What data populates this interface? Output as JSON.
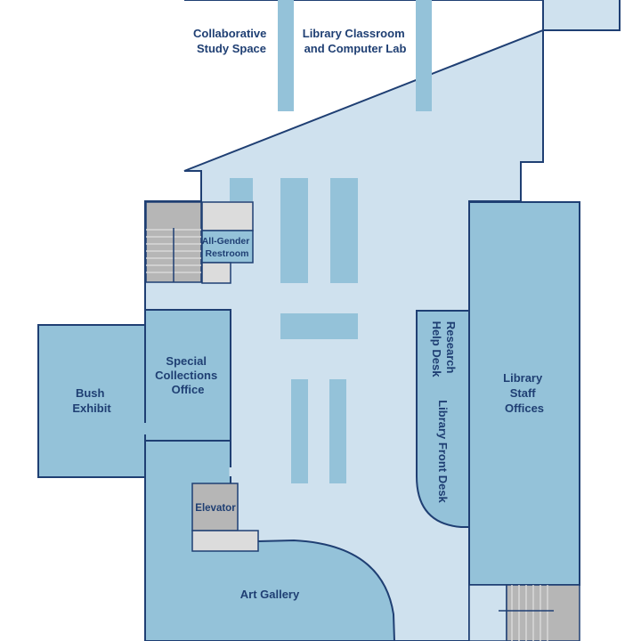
{
  "colors": {
    "floor": "#cfe1ee",
    "room": "#94c2d9",
    "shelf": "#94c2d9",
    "outer_light": "#e4eff7",
    "gray": "#b6b6b6",
    "light_gray": "#dcdcdc",
    "wall": "#1f3f73",
    "label": "#1f3f73"
  },
  "rooms": {
    "collaborative": [
      "Collaborative",
      "Study Space"
    ],
    "classroom": [
      "Library Classroom",
      "and Computer Lab"
    ],
    "restroom": [
      "All-Gender",
      "Restroom"
    ],
    "special": [
      "Special",
      "Collections",
      "Office"
    ],
    "bush": [
      "Bush",
      "Exhibit"
    ],
    "research": [
      "Research",
      "Help Desk"
    ],
    "front_desk": "Library Front Desk",
    "staff": [
      "Library",
      "Staff",
      "Offices"
    ],
    "elevator": "Elevator",
    "gallery": "Art Gallery"
  }
}
